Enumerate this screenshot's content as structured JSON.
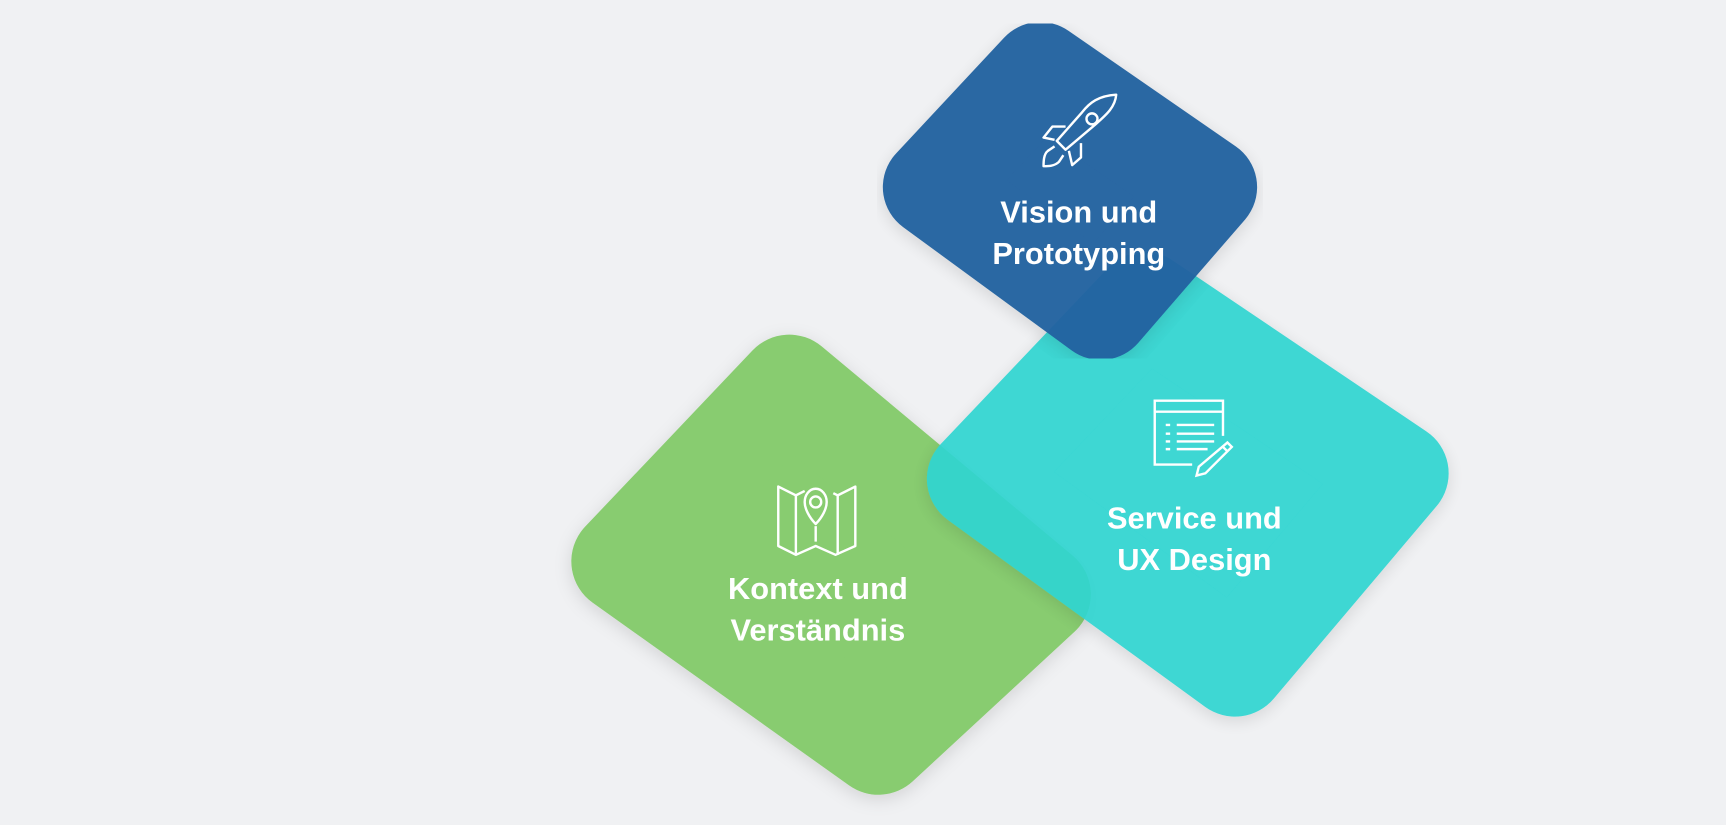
{
  "colors": {
    "background": "#f0f1f3",
    "vision": "#2563a0",
    "service": "#35d6d6",
    "kontext": "#88cc70"
  },
  "cards": [
    {
      "id": "vision",
      "icon": "rocket-icon",
      "line1": "Vision und",
      "line2": "Prototyping"
    },
    {
      "id": "service",
      "icon": "document-edit-icon",
      "line1": "Service und",
      "line2": "UX Design"
    },
    {
      "id": "kontext",
      "icon": "map-pin-icon",
      "line1": "Kontext und",
      "line2": "Verständnis"
    }
  ]
}
